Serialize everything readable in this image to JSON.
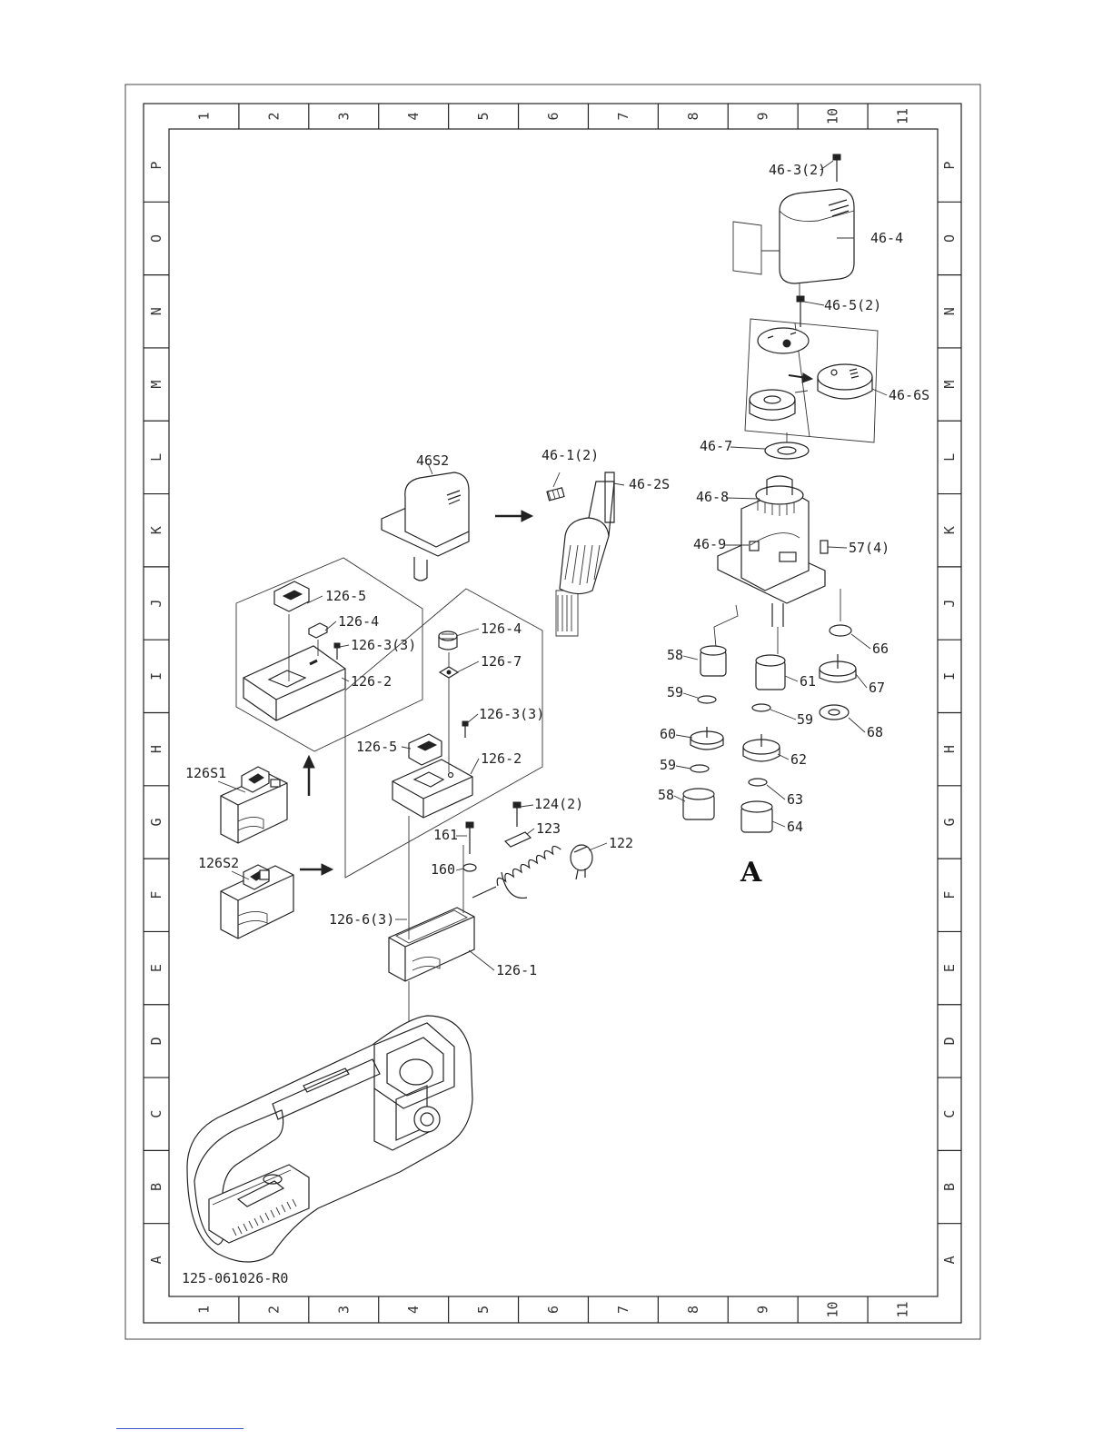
{
  "drawing_number": "125-061026-R0",
  "columns": [
    "1",
    "2",
    "3",
    "4",
    "5",
    "6",
    "7",
    "8",
    "9",
    "10",
    "11"
  ],
  "rows": [
    "P",
    "O",
    "N",
    "M",
    "L",
    "K",
    "J",
    "I",
    "H",
    "G",
    "F",
    "E",
    "D",
    "C",
    "B",
    "A"
  ],
  "section_mark": "A",
  "labels": {
    "p46_3": "46-3(2)",
    "p46_4": "46-4",
    "p46_5": "46-5(2)",
    "p46_6S": "46-6S",
    "p46_7": "46-7",
    "p46_8": "46-8",
    "p46_9": "46-9",
    "p57": "57(4)",
    "p46S2": "46S2",
    "p46_1": "46-1(2)",
    "p46_2S": "46-2S",
    "p126_5a": "126-5",
    "p126_4a": "126-4",
    "p126_3a": "126-3(3)",
    "p126_2a": "126-2",
    "p126_4b": "126-4",
    "p126_7": "126-7",
    "p126_3b": "126-3(3)",
    "p126_5b": "126-5",
    "p126_2b": "126-2",
    "p126S1": "126S1",
    "p126S2": "126S2",
    "p124": "124(2)",
    "p123": "123",
    "p122": "122",
    "p161": "161",
    "p160": "160",
    "p126_6": "126-6(3)",
    "p126_1": "126-1",
    "p58a": "58",
    "p59a": "59",
    "p60": "60",
    "p59b": "59",
    "p58b": "58",
    "p61": "61",
    "p59c": "59",
    "p62": "62",
    "p63": "63",
    "p64": "64",
    "p66": "66",
    "p67": "67",
    "p68": "68"
  }
}
